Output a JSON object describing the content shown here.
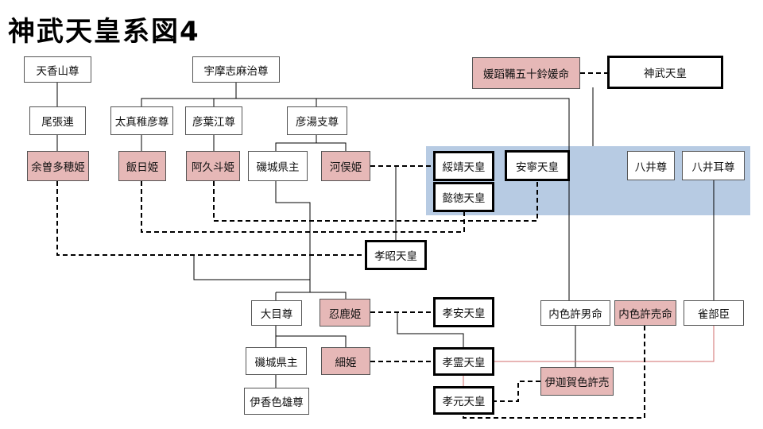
{
  "title": "神武天皇系図4",
  "colors": {
    "female": "#e6b8b7",
    "panel": "#b7cbe3",
    "kin": "#d06b6b"
  },
  "nodes": {
    "amanokaguyama": "天香山尊",
    "umashimaji": "宇摩志麻治尊",
    "himetatara": "媛蹈鞴五十鈴媛命",
    "jimmu": "神武天皇",
    "owari": "尾張連",
    "futomani": "太真稚彦尊",
    "hiko_e": "彦葉江尊",
    "hikoyu": "彦湯支尊",
    "yosotaho": "余曽多穂姫",
    "iihi": "飯日姫",
    "akuto": "阿久斗姫",
    "shiki1": "磯城県主",
    "kawamata": "河俣姫",
    "suizei": "綏靖天皇",
    "annei": "安寧天皇",
    "yai": "八井尊",
    "yaimimi": "八井耳尊",
    "itoku": "懿徳天皇",
    "kosho": "孝昭天皇",
    "ome": "大目尊",
    "oshika": "忍鹿姫",
    "koan": "孝安天皇",
    "uchishikoo": "内色許男命",
    "uchishikome": "内色許売命",
    "sazaki": "雀部臣",
    "shiki2": "磯城県主",
    "hoso": "細姫",
    "korei": "孝霊天皇",
    "ikagashikome": "伊迦賀色許売",
    "kaguirooo": "伊香色雄尊",
    "kogen": "孝元天皇"
  }
}
